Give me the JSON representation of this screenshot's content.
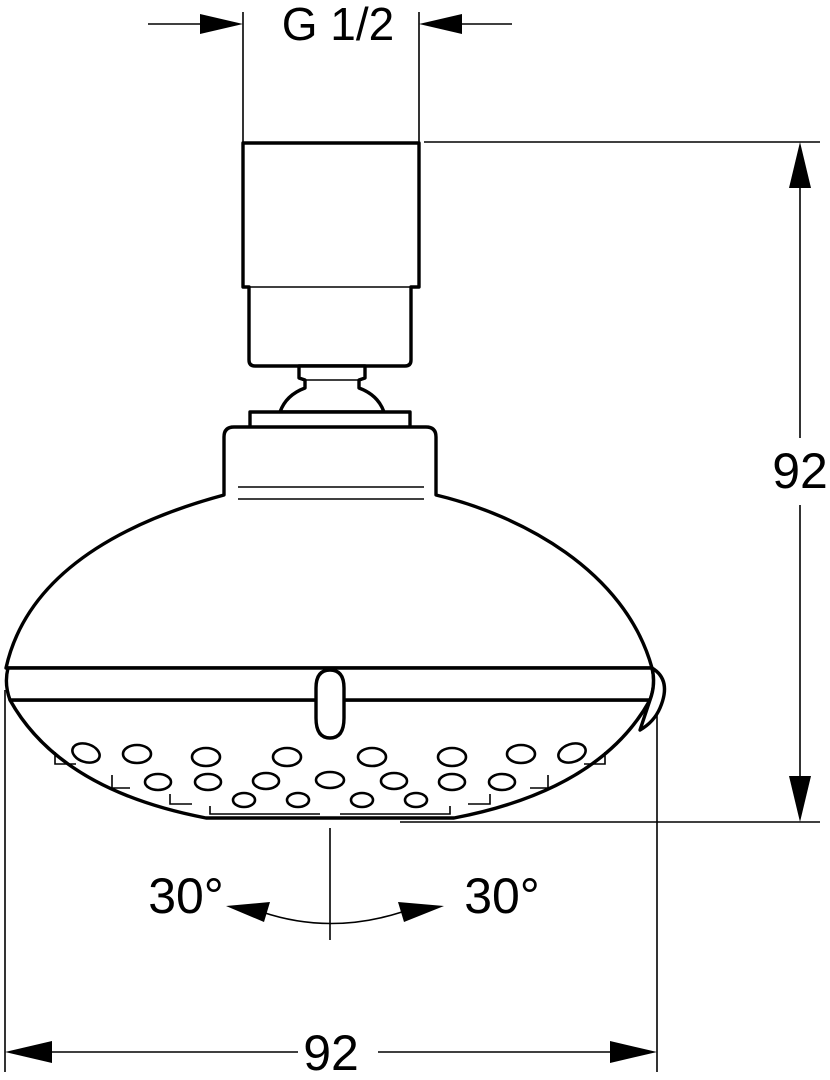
{
  "drawing": {
    "thread_label": "G 1/2",
    "height_label": "92",
    "width_label": "92",
    "angle_left_label": "30°",
    "angle_right_label": "30°",
    "line_color": "#000000",
    "background_color": "#ffffff"
  }
}
